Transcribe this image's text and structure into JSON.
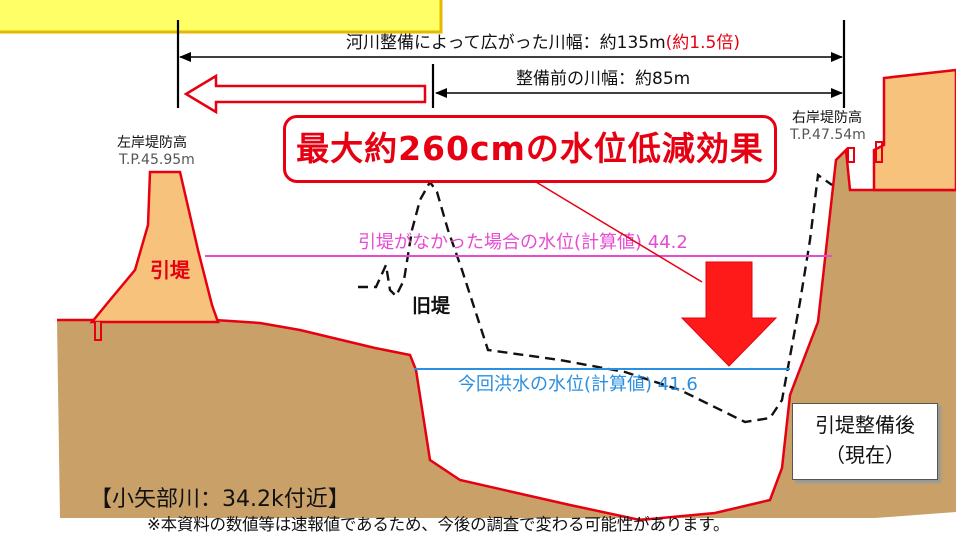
{
  "top_banner": {
    "color": "#ffff66",
    "border_color": "#e6b800"
  },
  "dimension_total": {
    "label": "河川整備によって広がった川幅：約135m",
    "ratio": "(約1.5倍)",
    "ratio_color": "#e60012"
  },
  "dimension_before": {
    "label": "整備前の川幅：約85m"
  },
  "callout": {
    "text": "最大約260cmの水位低減効果",
    "color": "#e60012"
  },
  "left_levee": {
    "title": "左岸堤防高",
    "elevation": "T.P.45.95m",
    "tag": "引堤"
  },
  "right_levee": {
    "title": "右岸堤防高",
    "elevation": "T.P.47.54m"
  },
  "old_levee": {
    "label": "旧堤"
  },
  "water_level_without": {
    "label": "引堤がなかった場合の水位(計算値) 44.2",
    "color": "#e64bd2"
  },
  "water_level_current": {
    "label": "今回洪水の水位(計算値) 41.6",
    "color": "#2a8fe0"
  },
  "status": {
    "line1": "引堤整備後",
    "line2": "（現在）"
  },
  "location": "【小矢部川：34.2k付近】",
  "disclaimer": "※本資料の数値等は速報値であるため、今後の調査で変わる可能性があります。",
  "colors": {
    "ground": "#c8a068",
    "levee": "#f7c27c",
    "outline": "#e60012",
    "arrow": "#ff1a1a"
  }
}
